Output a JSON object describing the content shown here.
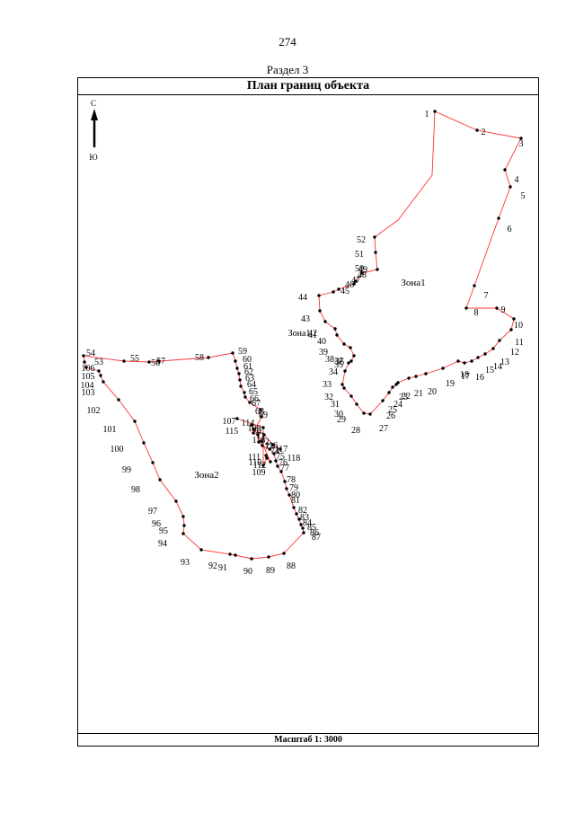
{
  "page": {
    "number": "274",
    "section": "Раздел 3",
    "title": "План границ объекта",
    "scale_label": "Масштаб 1: 3000"
  },
  "north_arrow": {
    "north_label": "С",
    "south_label": "Ю"
  },
  "colors": {
    "boundary": "#ff3333",
    "vertex": "#000000"
  },
  "zones": [
    {
      "name": "Зона1",
      "points": [
        "1",
        "2",
        "3",
        "4",
        "5",
        "6",
        "7",
        "8",
        "9",
        "10",
        "11",
        "12",
        "13",
        "14",
        "15",
        "16",
        "17",
        "18",
        "19",
        "20",
        "21",
        "22",
        "23",
        "24",
        "25",
        "26",
        "27",
        "28",
        "29",
        "30",
        "31",
        "32",
        "33",
        "34",
        "35",
        "36",
        "37",
        "38",
        "39",
        "40",
        "41",
        "42",
        "43",
        "44",
        "45",
        "46",
        "47",
        "48",
        "49",
        "50",
        "51",
        "52"
      ]
    },
    {
      "name": "Зона2",
      "points": [
        "53",
        "54",
        "55",
        "56",
        "57",
        "58",
        "59",
        "60",
        "61",
        "62",
        "63",
        "64",
        "65",
        "66",
        "67",
        "68",
        "69",
        "70",
        "71",
        "72",
        "73",
        "74",
        "75",
        "76",
        "77",
        "78",
        "79",
        "80",
        "81",
        "82",
        "83",
        "84",
        "85",
        "86",
        "87",
        "88",
        "89",
        "90",
        "91",
        "92",
        "93",
        "94",
        "95",
        "96",
        "97",
        "98",
        "99",
        "100",
        "101",
        "102",
        "103",
        "104",
        "105",
        "106",
        "107",
        "108",
        "109",
        "110",
        "111",
        "112",
        "113",
        "114",
        "115",
        "116",
        "117",
        "118",
        "119",
        "120",
        "121",
        "122",
        "123"
      ]
    }
  ]
}
